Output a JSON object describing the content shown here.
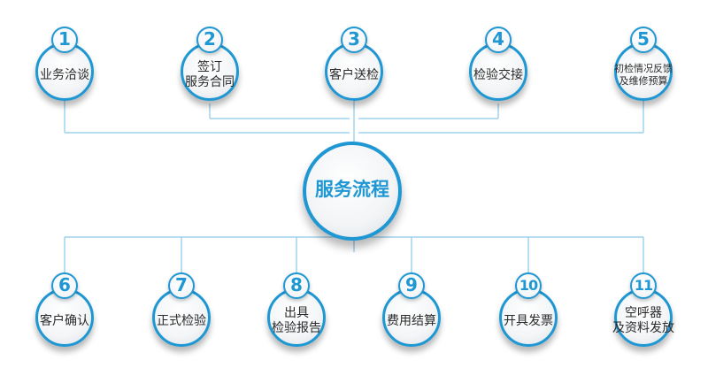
{
  "center": {
    "title": "服务流程"
  },
  "steps": [
    {
      "number": "1",
      "lines": [
        "业务洽谈"
      ]
    },
    {
      "number": "2",
      "lines": [
        "签订",
        "服务合同"
      ]
    },
    {
      "number": "3",
      "lines": [
        "客户送检"
      ]
    },
    {
      "number": "4",
      "lines": [
        "检验交接"
      ]
    },
    {
      "number": "5",
      "lines": [
        "初检情况反馈",
        "及维修预算"
      ]
    },
    {
      "number": "6",
      "lines": [
        "客户确认"
      ]
    },
    {
      "number": "7",
      "lines": [
        "正式检验"
      ]
    },
    {
      "number": "8",
      "lines": [
        "出具",
        "检验报告"
      ]
    },
    {
      "number": "9",
      "lines": [
        "费用结算"
      ]
    },
    {
      "number": "10",
      "lines": [
        "开具发票"
      ]
    },
    {
      "number": "11",
      "lines": [
        "空呼器",
        "及资料发放"
      ]
    }
  ],
  "colors": {
    "accent": "#1f97d3",
    "connector": "#9fd2ee"
  }
}
